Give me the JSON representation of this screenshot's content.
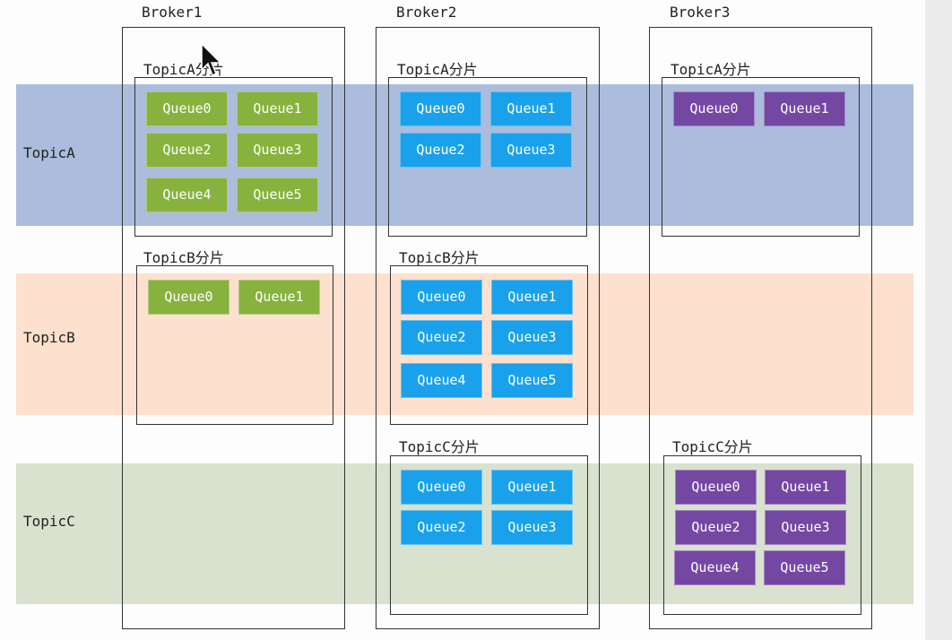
{
  "topics": [
    {
      "key": "a",
      "label": "TopicA"
    },
    {
      "key": "b",
      "label": "TopicB"
    },
    {
      "key": "c",
      "label": "TopicC"
    }
  ],
  "brokers": [
    {
      "label": "Broker1",
      "partitions": [
        {
          "label": "TopicA分片",
          "queue_color": "#87b23d",
          "queues": [
            "Queue0",
            "Queue1",
            "Queue2",
            "Queue3",
            "Queue4",
            "Queue5"
          ]
        },
        {
          "label": "TopicB分片",
          "queue_color": "#87b23d",
          "queues": [
            "Queue0",
            "Queue1"
          ]
        }
      ]
    },
    {
      "label": "Broker2",
      "partitions": [
        {
          "label": "TopicA分片",
          "queue_color": "#1aa1eb",
          "queues": [
            "Queue0",
            "Queue1",
            "Queue2",
            "Queue3"
          ]
        },
        {
          "label": "TopicB分片",
          "queue_color": "#1aa1eb",
          "queues": [
            "Queue0",
            "Queue1",
            "Queue2",
            "Queue3",
            "Queue4",
            "Queue5"
          ]
        },
        {
          "label": "TopicC分片",
          "queue_color": "#1aa1eb",
          "queues": [
            "Queue0",
            "Queue1",
            "Queue2",
            "Queue3"
          ]
        }
      ]
    },
    {
      "label": "Broker3",
      "partitions": [
        {
          "label": "TopicA分片",
          "queue_color": "#7447a3",
          "queues": [
            "Queue0",
            "Queue1"
          ]
        },
        {
          "label": "TopicC分片",
          "queue_color": "#7447a3",
          "queues": [
            "Queue0",
            "Queue1",
            "Queue2",
            "Queue3",
            "Queue4",
            "Queue5"
          ]
        }
      ]
    }
  ],
  "colors": {
    "topic_a_band": "#abbcdc",
    "topic_b_band": "#fde0ce",
    "topic_c_band": "#d9e1cf"
  }
}
